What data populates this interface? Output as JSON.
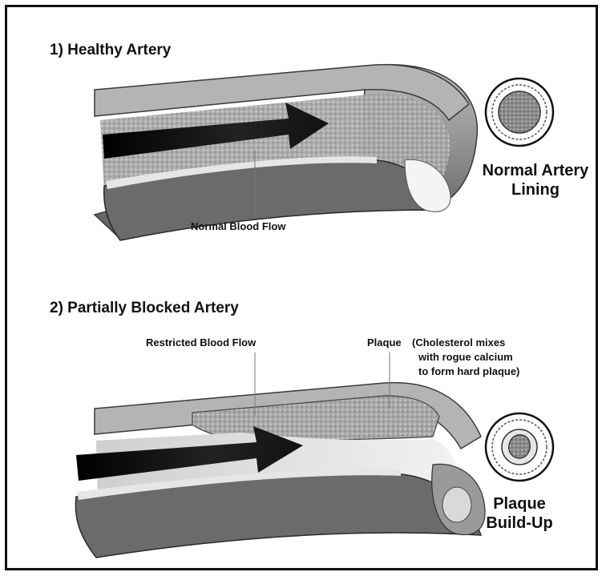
{
  "section1": {
    "title": "1) Healthy Artery",
    "flow_label": "Normal Blood Flow",
    "cross_section_label_line1": "Normal Artery",
    "cross_section_label_line2": "Lining"
  },
  "section2": {
    "title": "2) Partially Blocked Artery",
    "flow_label": "Restricted Blood Flow",
    "plaque_label": "Plaque",
    "plaque_note_line1": "(Cholesterol mixes",
    "plaque_note_line2": "with rogue calcium",
    "plaque_note_line3": "to form hard plaque)",
    "cross_section_label_line1": "Plaque",
    "cross_section_label_line2": "Build-Up"
  },
  "colors": {
    "border": "#111111",
    "artery_wall": "#9a9a9a",
    "artery_dark": "#4a4a4a",
    "artery_light": "#d6d6d6",
    "lumen": "#e8e8e8",
    "arrow": "#111111"
  }
}
